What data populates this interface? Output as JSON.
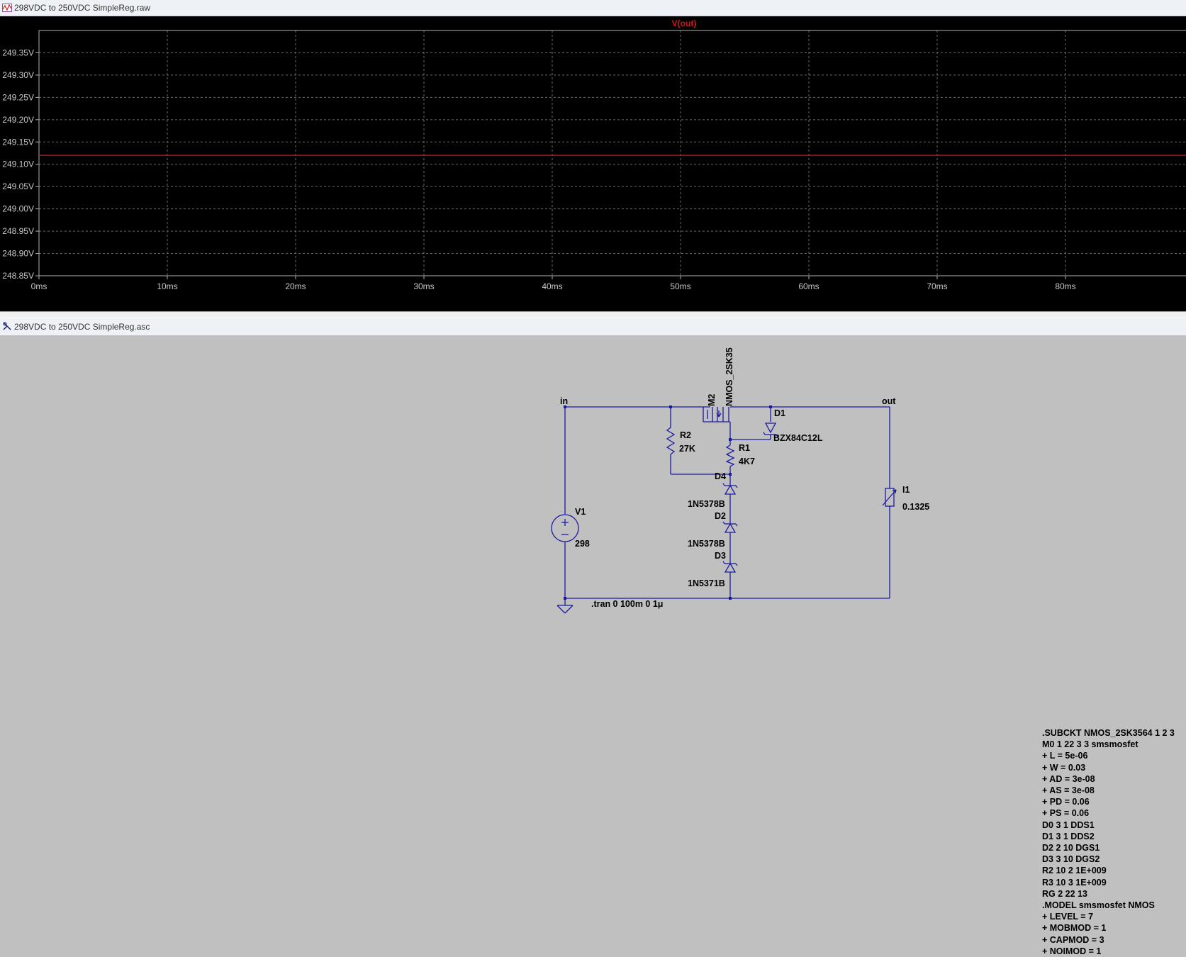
{
  "waveform_window": {
    "title": "298VDC to 250VDC SimpleReg.raw",
    "trace_label": "V(out)",
    "trace_color": "#cc1a1a"
  },
  "chart_data": {
    "type": "line",
    "title": "V(out)",
    "xlabel": "",
    "ylabel": "",
    "x_ticks": [
      "0ms",
      "10ms",
      "20ms",
      "30ms",
      "40ms",
      "50ms",
      "60ms",
      "70ms",
      "80ms"
    ],
    "y_ticks": [
      "249.35V",
      "249.30V",
      "249.25V",
      "249.20V",
      "249.15V",
      "249.10V",
      "249.05V",
      "249.00V",
      "248.95V",
      "248.90V",
      "248.85V"
    ],
    "xlim_ms": [
      0,
      89.4
    ],
    "ylim_V": [
      248.85,
      249.4
    ],
    "grid": true,
    "series": [
      {
        "name": "V(out)",
        "color": "#cc1a1a",
        "x": [
          0,
          89.4
        ],
        "y": [
          249.12,
          249.12
        ]
      }
    ]
  },
  "schematic_window": {
    "title": "298VDC to 250VDC SimpleReg.asc",
    "wire_color": "#1a1aa0",
    "labels": {
      "in": "in",
      "out": "out",
      "m2_ref": "M2",
      "m2_model": "NMOS_2SK35",
      "d1_ref": "D1",
      "d1_model": "BZX84C12L",
      "r2_ref": "R2",
      "r2_value": "27K",
      "r1_ref": "R1",
      "r1_value": "4K7",
      "d4_ref": "D4",
      "d4_model": "1N5378B",
      "d2_ref": "D2",
      "d2_model": "1N5378B",
      "d3_ref": "D3",
      "d3_model": "1N5371B",
      "v1_ref": "V1",
      "v1_value": "298",
      "i1_ref": "I1",
      "i1_value": "0.1325",
      "tran": ".tran 0 100m 0 1μ"
    },
    "netlist": [
      ".SUBCKT NMOS_2SK3564 1 2 3",
      "M0 1 22 3 3 smsmosfet",
      "+ L = 5e-06",
      "+ W = 0.03",
      "+ AD = 3e-08",
      "+ AS = 3e-08",
      "+ PD = 0.06",
      "+ PS = 0.06",
      "D0 3 1 DDS1",
      "D1 3 1 DDS2",
      "D2 2 10 DGS1",
      "D3 3 10 DGS2",
      "R2 10 2 1E+009",
      "R3 10 3 1E+009",
      "RG 2 22 13",
      ".MODEL smsmosfet NMOS",
      "+ LEVEL = 7",
      "+ MOBMOD = 1",
      "+ CAPMOD = 3",
      "+ NOIMOD = 1"
    ]
  }
}
